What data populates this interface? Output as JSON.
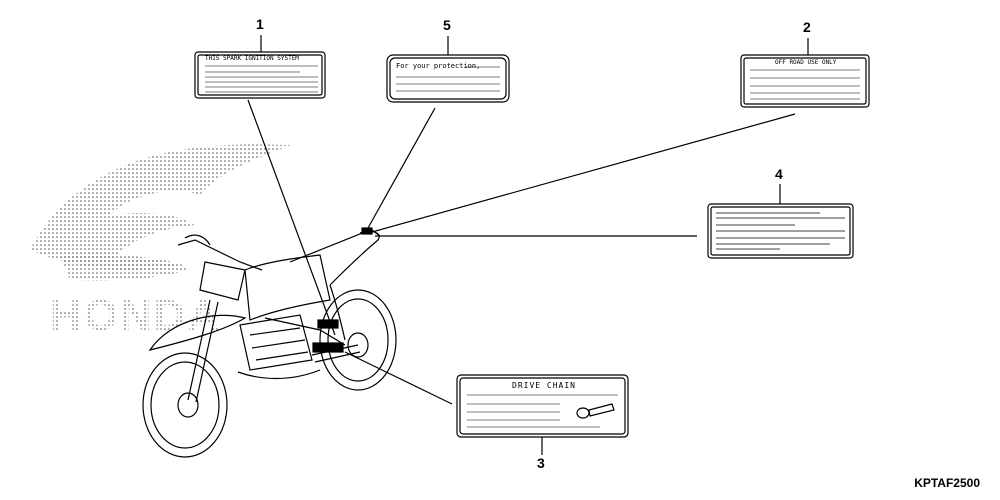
{
  "callouts": {
    "c1": "1",
    "c2": "2",
    "c3": "3",
    "c4": "4",
    "c5": "5"
  },
  "labels": {
    "spark_ignition": "THIS SPARK IGNITION SYSTEM",
    "protection": "For your protection,",
    "off_road": "OFF ROAD USE ONLY",
    "drive_chain": "DRIVE CHAIN"
  },
  "logo": {
    "text": "HONDA"
  },
  "diagram_code": "KPTAF2500"
}
